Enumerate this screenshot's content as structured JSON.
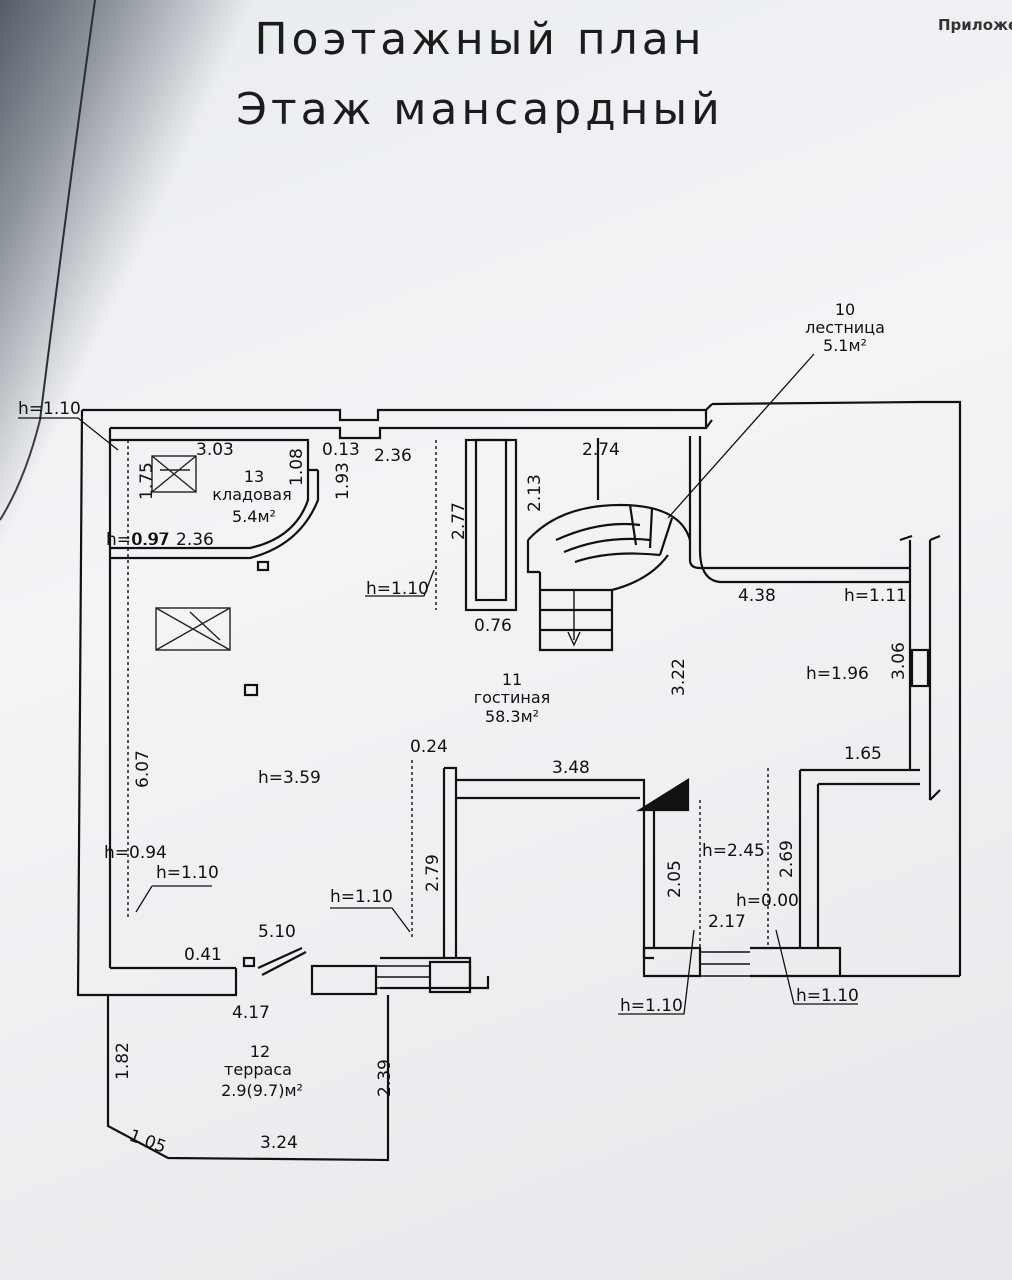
{
  "header": {
    "title_line1": "Поэтажный план",
    "title_line2": "Этаж мансардный",
    "corner_label": "Приложе"
  },
  "rooms": [
    {
      "number": "10",
      "name": "лестница",
      "area": "5.1м²"
    },
    {
      "number": "11",
      "name": "гостиная",
      "area": "58.3м²"
    },
    {
      "number": "12",
      "name": "терраса",
      "area": "2.9(9.7)м²"
    },
    {
      "number": "13",
      "name": "кладовая",
      "area": "5.4м²"
    }
  ],
  "dimensions": {
    "d_3_03": "3.03",
    "d_1_75": "1.75",
    "d_1_08": "1.08",
    "d_0_13": "0.13",
    "d_1_93": "1.93",
    "d_2_36_top": "2.36",
    "d_2_77": "2.77",
    "d_2_13": "2.13",
    "d_2_74": "2.74",
    "d_0_97": "0.97",
    "d_2_36_left": "2.36",
    "d_0_76": "0.76",
    "d_4_38": "4.38",
    "d_3_22": "3.22",
    "d_3_06": "3.06",
    "d_6_07": "6.07",
    "d_0_24": "0.24",
    "d_3_48": "3.48",
    "d_1_65": "1.65",
    "d_2_79": "2.79",
    "d_2_05": "2.05",
    "d_2_69": "2.69",
    "d_2_17": "2.17",
    "d_5_10": "5.10",
    "d_0_41": "0.41",
    "d_4_17": "4.17",
    "d_1_82": "1.82",
    "d_2_39": "2.39",
    "d_1_05": "1.05",
    "d_3_24": "3.24"
  },
  "heights": {
    "h_topleft": "h=1.10",
    "h_097": "h=0.97",
    "h_110_center": "h=1.10",
    "h_111": "h=1.11",
    "h_196": "h=1.96",
    "h_359": "h=3.59",
    "h_094": "h=0.94",
    "h_110_left": "h=1.10",
    "h_110_mid": "h=1.10",
    "h_245": "h=2.45",
    "h_000": "h=0.00",
    "h_110_bot1": "h=1.10",
    "h_110_bot2": "h=1.10"
  }
}
